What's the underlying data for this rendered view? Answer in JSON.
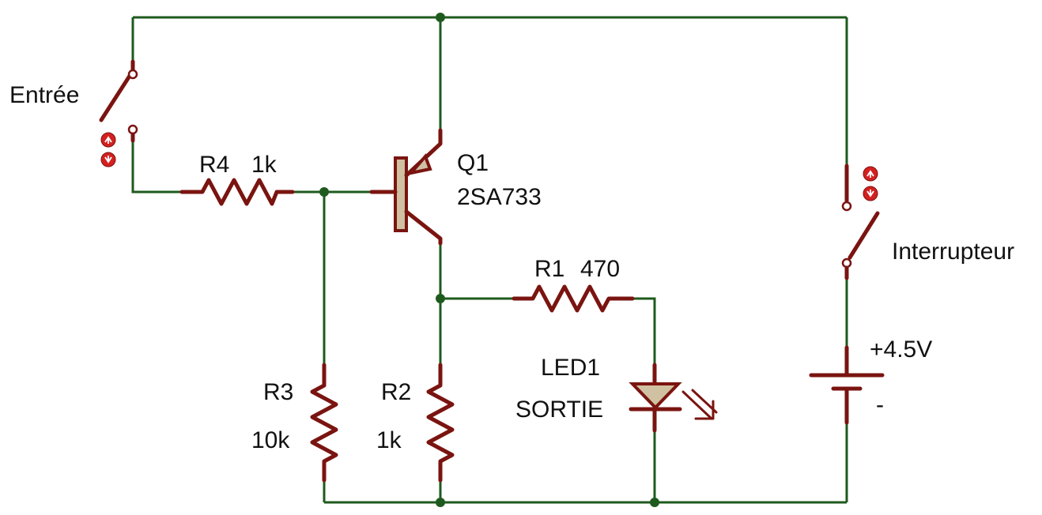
{
  "labels": {
    "input_switch": "Entrée",
    "r4_name": "R4",
    "r4_value": "1k",
    "q1_name": "Q1",
    "q1_part": "2SA733",
    "power_switch": "Interrupteur",
    "r1_name": "R1",
    "r1_value": "470",
    "led_name": "LED1",
    "led_value": "SORTIE",
    "r3_name": "R3",
    "r3_value": "10k",
    "r2_name": "R2",
    "r2_value": "1k",
    "battery_plus": "+4.5V",
    "battery_minus": "-"
  },
  "colors": {
    "wire": "#1e5a1e",
    "component": "#7a1410",
    "component_fill": "#cfc1a1",
    "switch_button": "#d42020"
  },
  "icons": {
    "switch_toggle": "up-down-arrow-buttons",
    "led_emission": "double-arrow"
  }
}
